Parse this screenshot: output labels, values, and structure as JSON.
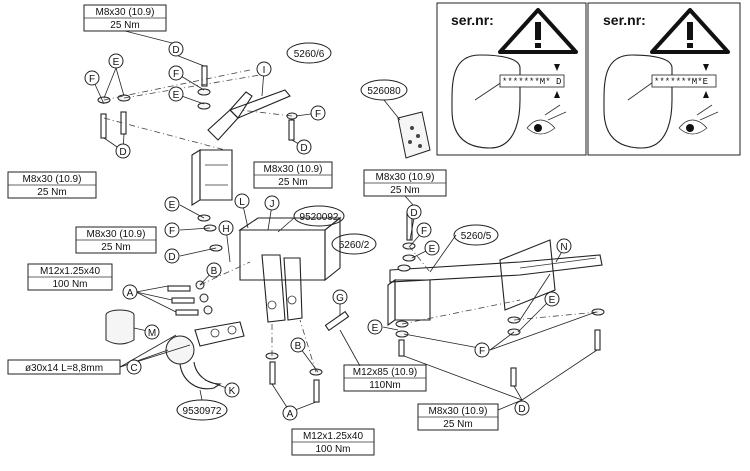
{
  "panels": {
    "left_title": "ser.nr:",
    "right_title": "ser.nr:",
    "left_serial": "*******M* D",
    "right_serial": "*******M*E"
  },
  "torque_boxes": {
    "top_left": {
      "bolt": "M8x30 (10.9)",
      "torque": "25 Nm"
    },
    "left_mid": {
      "bolt": "M8x30 (10.9)",
      "torque": "25 Nm"
    },
    "center_top": {
      "bolt": "M8x30 (10.9)",
      "torque": "25 Nm"
    },
    "center_right": {
      "bolt": "M8x30 (10.9)",
      "torque": "25 Nm"
    },
    "left_lower": {
      "bolt": "M8x30 (10.9)",
      "torque": "25 Nm"
    },
    "m12_left": {
      "bolt": "M12x1.25x40",
      "torque": "100 Nm"
    },
    "m12_85": {
      "bolt": "M12x85 (10.9)",
      "torque": "110Nm"
    },
    "m12_bottom": {
      "bolt": "M12x1.25x40",
      "torque": "100 Nm"
    },
    "bottom_right": {
      "bolt": "M8x30 (10.9)",
      "torque": "25 Nm"
    },
    "ball_dim": "ø30x14 L=8,8mm"
  },
  "part_numbers": {
    "p1": "5260/6",
    "p2": "526080",
    "p3": "9520092",
    "p4": "5260/2",
    "p5": "5260/5",
    "p6": "9530972"
  },
  "letters": {
    "D": "D",
    "E": "E",
    "F": "F",
    "I": "I",
    "L": "L",
    "J": "J",
    "H": "H",
    "B": "B",
    "A": "A",
    "G": "G",
    "M": "M",
    "C": "C",
    "K": "K",
    "N": "N"
  },
  "icons": [
    "warning-triangle-icon",
    "eye-icon"
  ]
}
